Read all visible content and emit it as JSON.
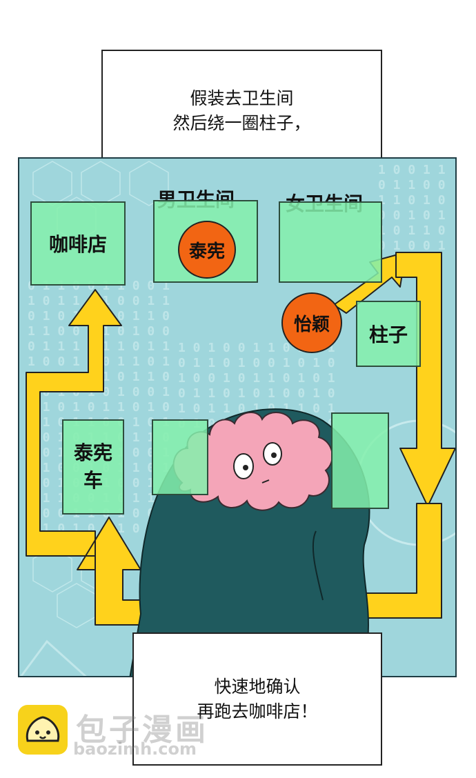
{
  "caption_top": {
    "line1": "假装去卫生间",
    "line2": "然后绕一圈柱子，"
  },
  "caption_bottom": {
    "line1": "快速地确认",
    "line2": "再跑去咖啡店！"
  },
  "map": {
    "cafe": "咖啡店",
    "mens_restroom": "男卫生间",
    "womens_restroom": "女卫生间",
    "pillar": "柱子",
    "taixian_car": "泰宪车"
  },
  "tokens": {
    "taixian": "泰宪",
    "yiying": "怡颖"
  },
  "watermark": {
    "title": "包子漫画",
    "url": "baozimh.com"
  },
  "colors": {
    "panel_bg": "#9fd6dc",
    "room_fill": "#84f0ac",
    "token_fill": "#f26513",
    "arrow_fill": "#ffd21c",
    "brain": "#f4a5b8",
    "silhouette": "#1f5a5e"
  }
}
